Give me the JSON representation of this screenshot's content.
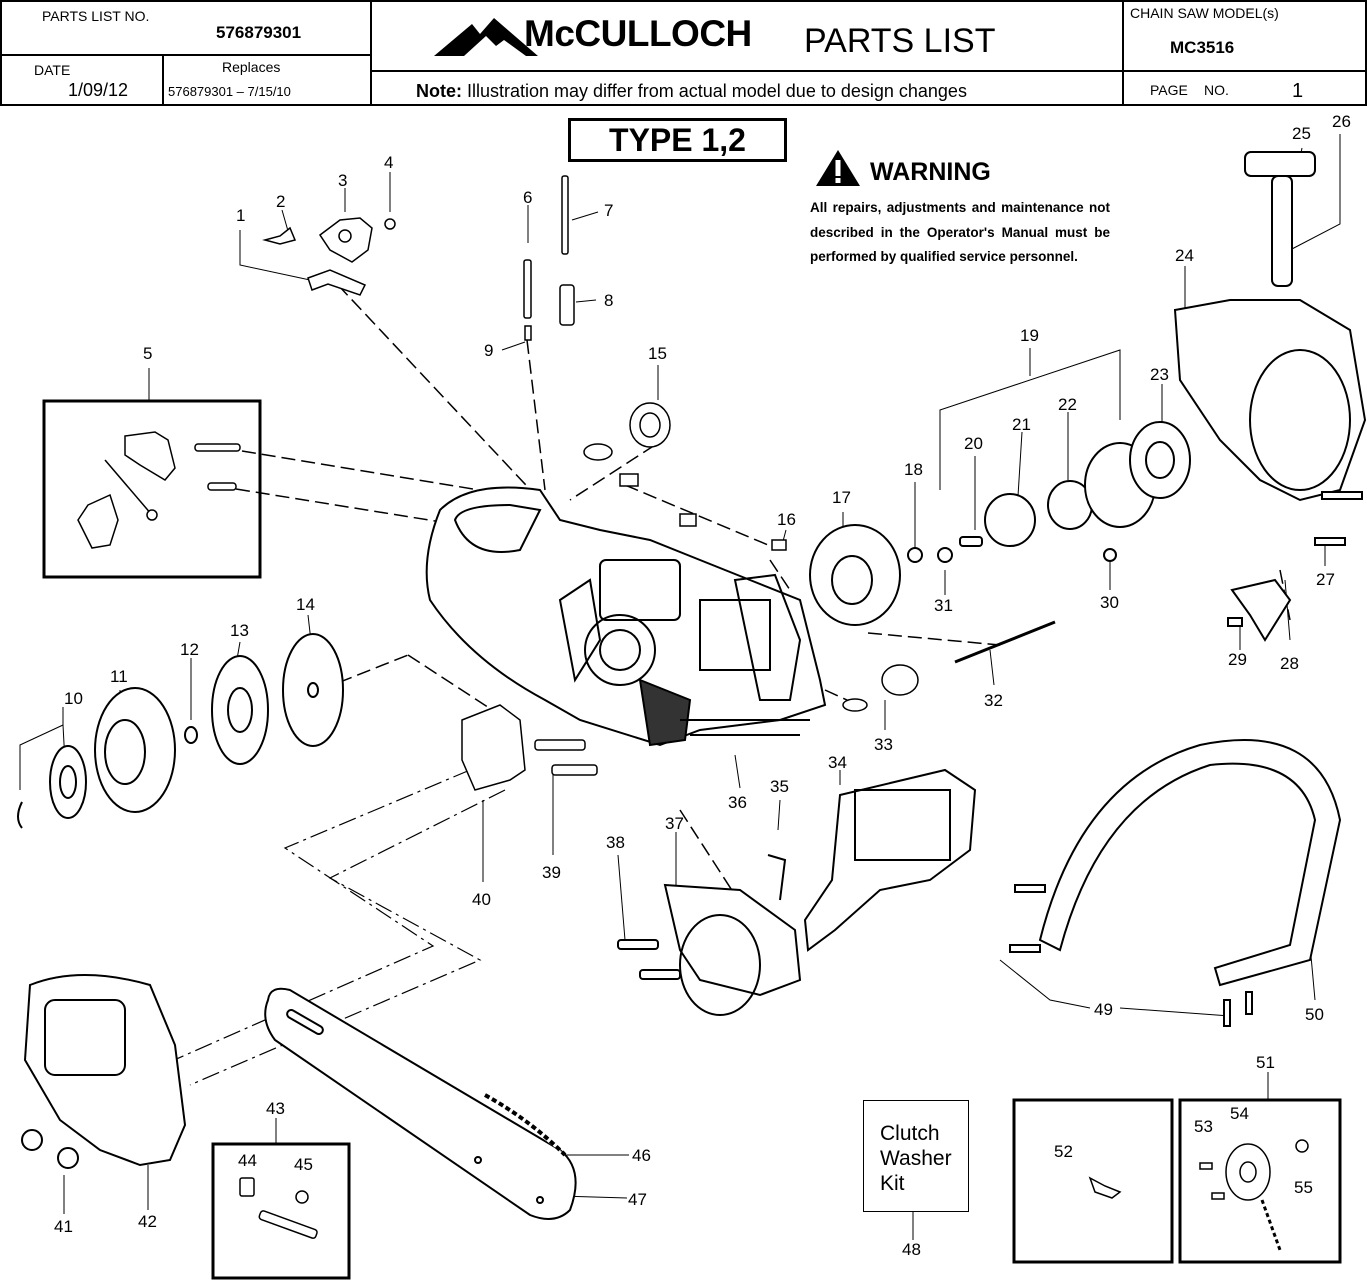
{
  "header": {
    "parts_list_no_label": "PARTS LIST NO.",
    "parts_list_no": "576879301",
    "date_label": "DATE",
    "date": "1/09/12",
    "replaces_label": "Replaces",
    "replaces": "576879301 – 7/15/10",
    "brand": "McCULLOCH",
    "doc_title": "PARTS LIST",
    "note_bold": "Note:",
    "note_text": " Illustration may differ from actual model due to design changes",
    "model_label": "CHAIN SAW MODEL(s)",
    "model": "MC3516",
    "page_label": "PAGE",
    "page_no_label": "NO.",
    "page_no": "1"
  },
  "type_label": "TYPE 1,2",
  "warning": {
    "title": "WARNING",
    "text": "All repairs, adjustments and maintenance not described in the Operator's Manual must be performed by qualified service personnel."
  },
  "clutch_kit": {
    "line1": "Clutch",
    "line2": "Washer",
    "line3": "Kit"
  },
  "part_numbers": [
    "1",
    "2",
    "3",
    "4",
    "5",
    "6",
    "7",
    "8",
    "9",
    "10",
    "11",
    "12",
    "13",
    "14",
    "15",
    "16",
    "17",
    "18",
    "19",
    "20",
    "21",
    "22",
    "23",
    "24",
    "25",
    "26",
    "27",
    "28",
    "29",
    "30",
    "31",
    "32",
    "33",
    "34",
    "35",
    "36",
    "37",
    "38",
    "39",
    "40",
    "41",
    "42",
    "43",
    "44",
    "45",
    "46",
    "47",
    "48",
    "49",
    "50",
    "51",
    "52",
    "53",
    "54",
    "55"
  ]
}
